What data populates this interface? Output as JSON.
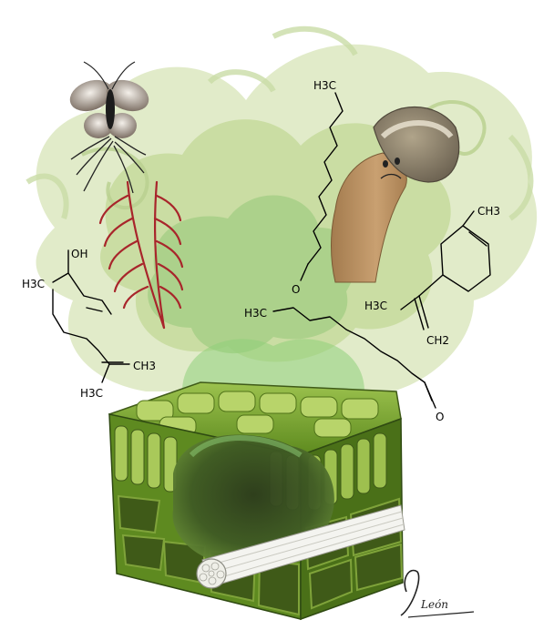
{
  "labels": {
    "linalool_ch3_a": "H3C",
    "linalool_oh": "OH",
    "linalool_ch3_b": "CH3",
    "linalool_ch3_c": "H3C",
    "nonanal_ch3": "H3C",
    "nonanal_o": "O",
    "decanal_ch3": "H3C",
    "decanal_o": "O",
    "limonene_ch3_top": "CH3",
    "limonene_ch3_side": "H3C",
    "limonene_ch2": "CH2"
  },
  "signature": "León",
  "colors": {
    "smoke_light": "#d8e6b6",
    "smoke_mid": "#b5cf86",
    "smoke_green": "#8fcf7a",
    "leaf_dark": "#2f4a12",
    "leaf_mid": "#5f8a22",
    "leaf_light": "#a9c95a",
    "cell_dark": "#3f5a18",
    "mushroom_cap": "#8a7f6a",
    "mushroom_stem": "#c49b69",
    "antenna_red": "#a8252b"
  }
}
